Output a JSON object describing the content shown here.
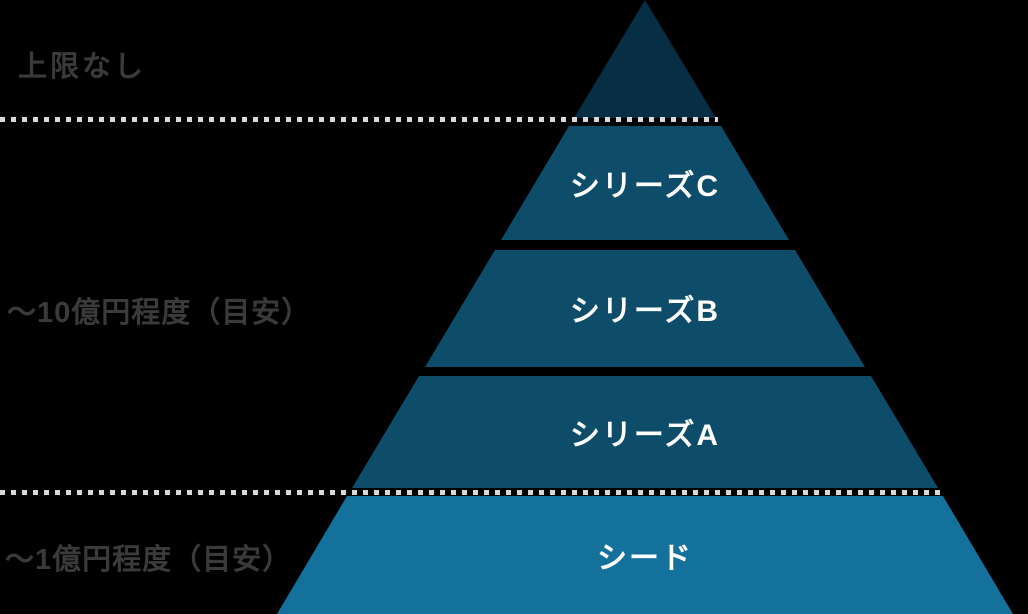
{
  "pyramid": {
    "tiers": [
      {
        "name": "apex",
        "label": "",
        "color": "#072e44"
      },
      {
        "name": "series-c",
        "label": "シリーズC",
        "color": "#0d4d69"
      },
      {
        "name": "series-b",
        "label": "シリーズB",
        "color": "#0d4d69"
      },
      {
        "name": "series-a",
        "label": "シリーズA",
        "color": "#0d4d69"
      },
      {
        "name": "seed",
        "label": "シード",
        "color": "#14719c"
      }
    ]
  },
  "annotations": [
    {
      "text": "上限なし"
    },
    {
      "text": "～10億円程度（目安）"
    },
    {
      "text": "～1億円程度（目安）"
    }
  ],
  "colors": {
    "background": "#000000",
    "annotation_text": "#3a3a3a",
    "tier_label_text": "#ffffff",
    "divider_dots": "#d9d9d9"
  }
}
